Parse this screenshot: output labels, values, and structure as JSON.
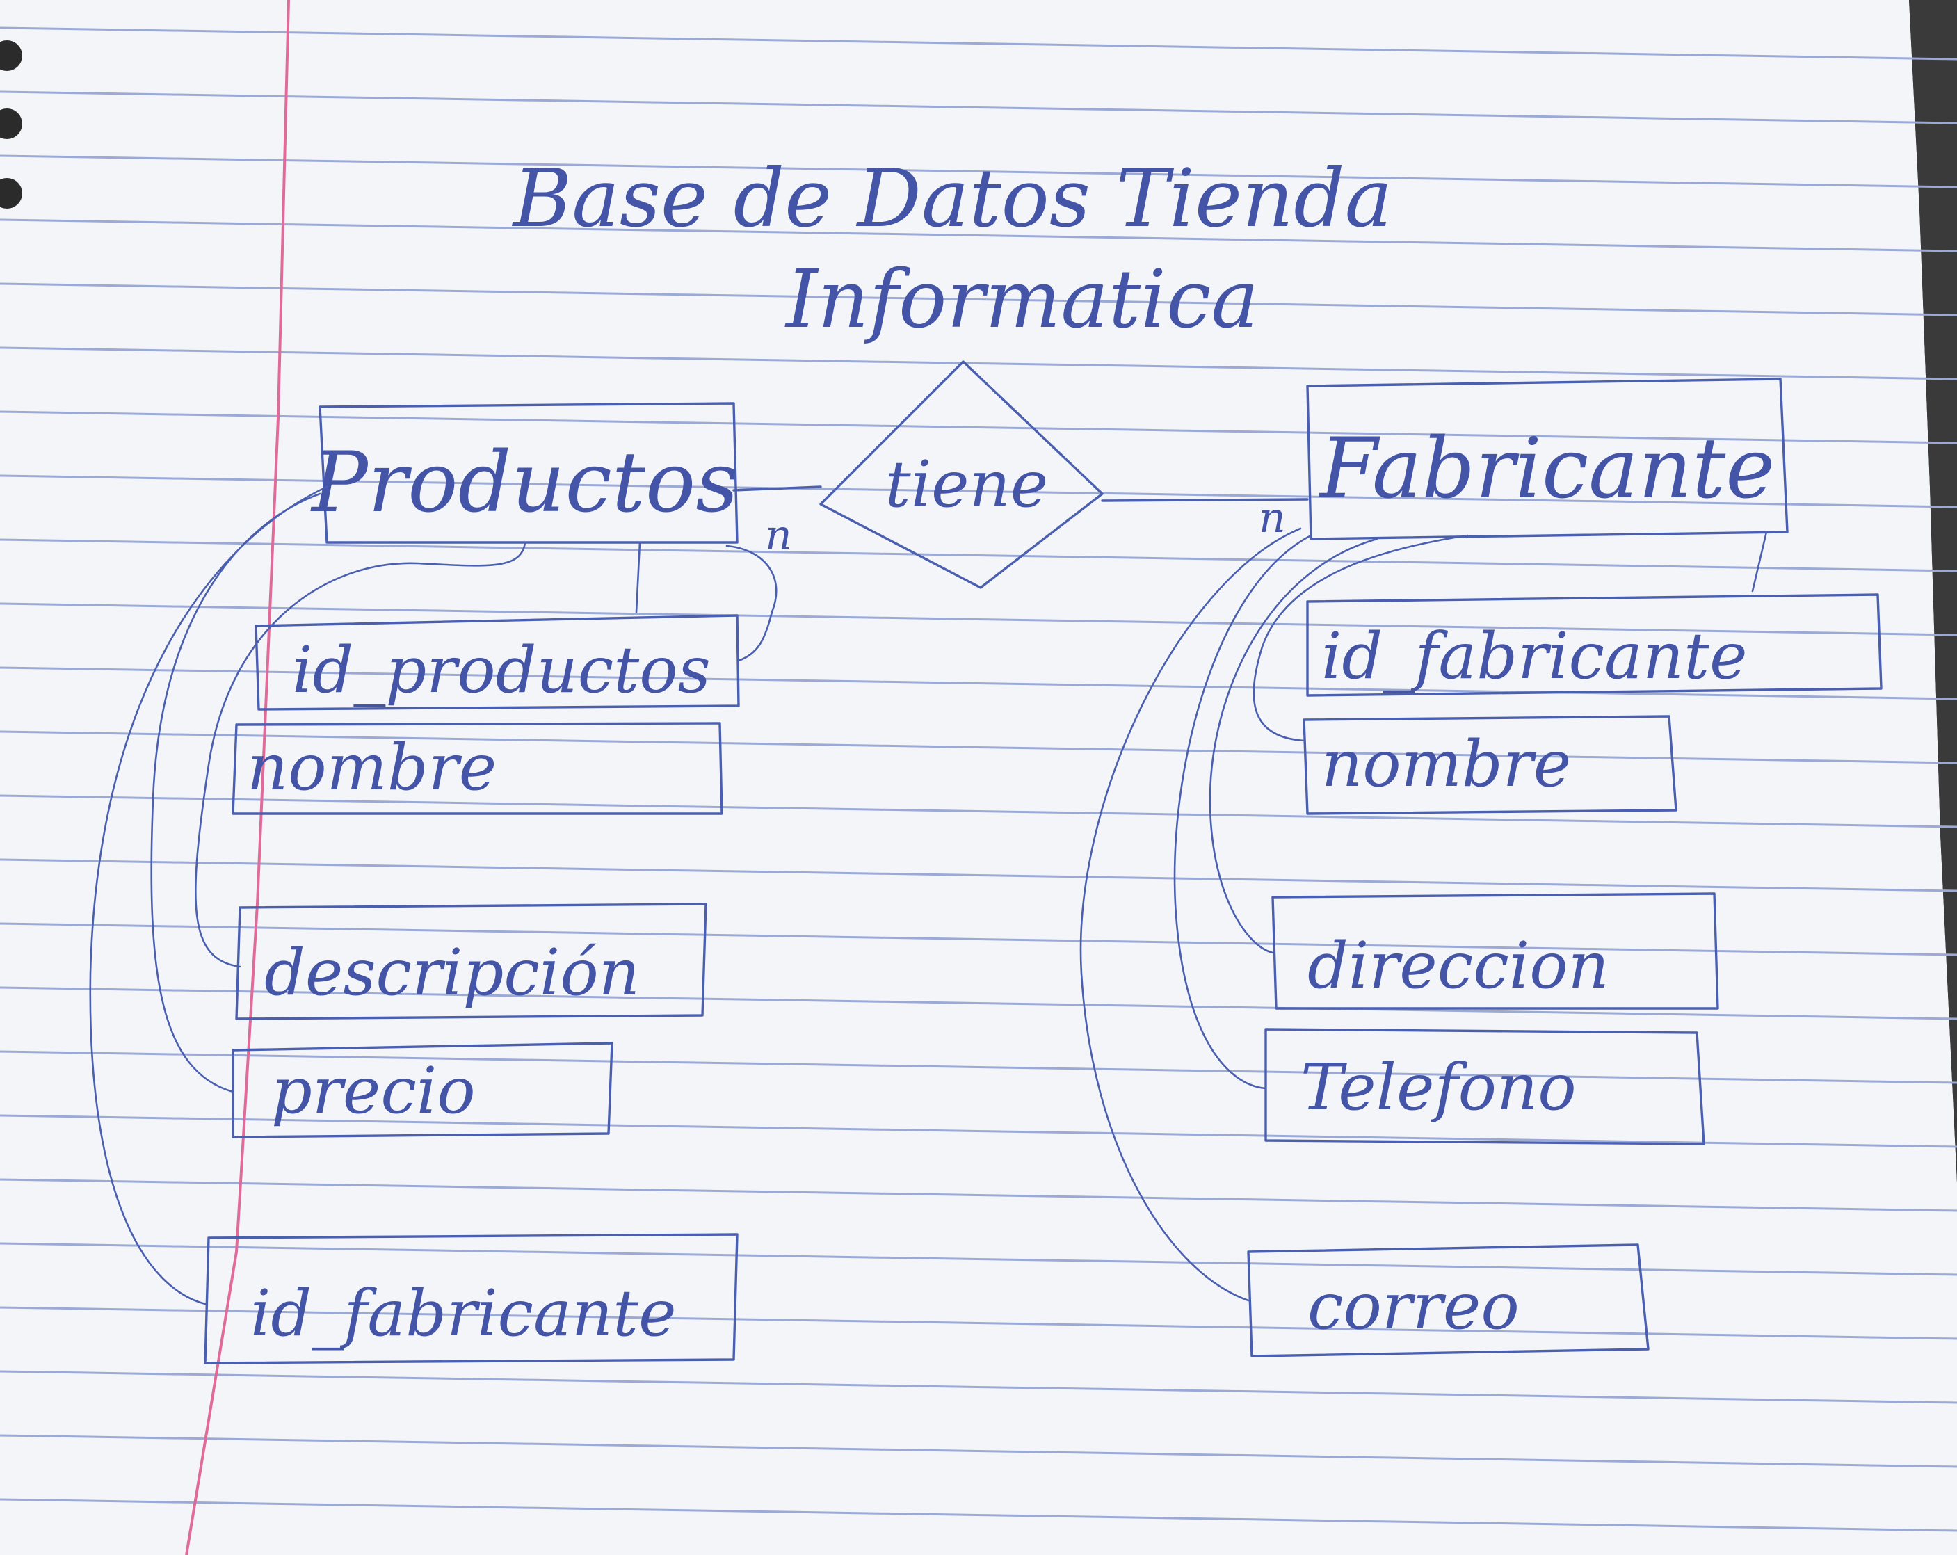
{
  "title": {
    "line1": "Base de Datos Tienda",
    "line2": "Informatica"
  },
  "relationship": {
    "label": "tiene",
    "cardinality_left": "n",
    "cardinality_right": "n"
  },
  "entities": [
    {
      "name": "Productos",
      "attributes": [
        "id_productos",
        "nombre",
        "descripción",
        "precio",
        "id_fabricante"
      ]
    },
    {
      "name": "Fabricante",
      "attributes": [
        "id_fabricante",
        "nombre",
        "direccion",
        "Telefono",
        "correo"
      ]
    }
  ],
  "colors": {
    "ink": "#4a5fb0",
    "paper_lines": "#9aa9d6",
    "margin_line": "#e06b9a",
    "paper": "#f4f5f8"
  }
}
